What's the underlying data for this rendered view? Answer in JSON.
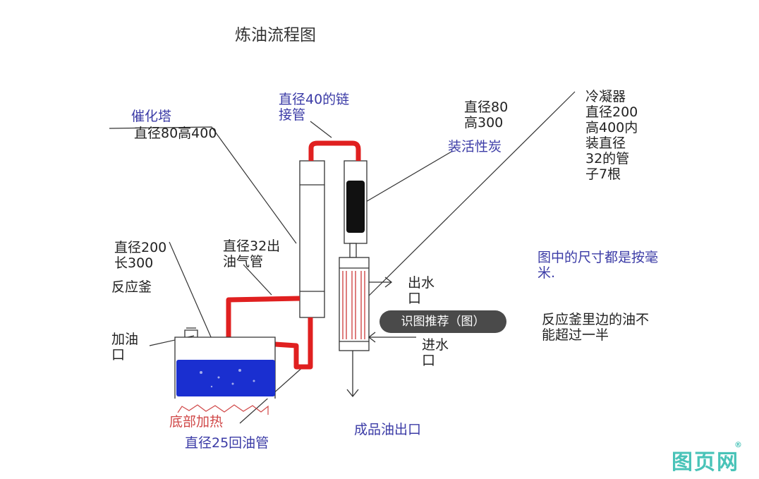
{
  "title": "炼油流程图",
  "labels": {
    "catalytic_tower_name": "催化塔",
    "catalytic_tower_size": "直径80高400",
    "link_pipe": "直径40的链\n接管",
    "carbon_size": "直径80\n高300",
    "carbon_fill": "装活性炭",
    "condenser": "冷凝器\n直径200\n高400内\n装直径\n32的管\n子7根",
    "reactor_size": "直径200\n长300",
    "reactor_name": "反应釜",
    "gas_pipe": "直径32出\n油气管",
    "fill_port": "加油\n口",
    "water_out": "出水\n口",
    "water_in": "进水\n口",
    "bottom_heat": "底部加热",
    "return_pipe": "直径25回油管",
    "product_outlet": "成品油出口",
    "units_note": "图中的尺寸都是按毫\n米.",
    "oil_note": "反应釜里边的油不\n能超过一半"
  },
  "overlay_button": "识图推荐（图）",
  "watermark": "图页网",
  "watermark_mark": "®",
  "colors": {
    "pipe": "#e02020",
    "oil": "#1a2fd0",
    "blue_text": "#3b3ba6",
    "red_text": "#d04848",
    "watermark": "#49c3b8"
  }
}
